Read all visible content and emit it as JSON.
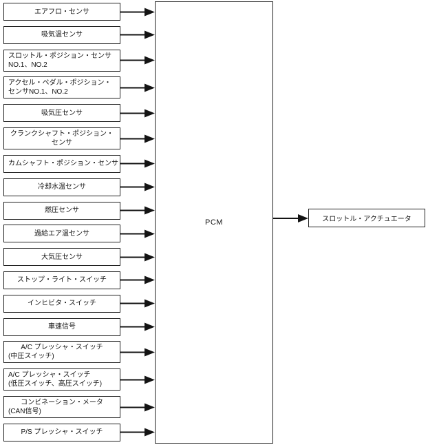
{
  "diagram": {
    "background_color": "#ffffff",
    "line_color": "#1f1f1f",
    "pcm": {
      "label": "PCM"
    },
    "output": {
      "label": "スロットル・アクチュエータ"
    },
    "inputs": [
      {
        "lines": [
          "エアフロ・センサ"
        ],
        "aligns": [
          "center"
        ]
      },
      {
        "lines": [
          "吸気温センサ"
        ],
        "aligns": [
          "center"
        ]
      },
      {
        "lines": [
          "スロットル・ポジション・センサ",
          "NO.1、NO.2"
        ],
        "aligns": [
          "left",
          "left"
        ]
      },
      {
        "lines": [
          "アクセル・ペダル・ポジション・",
          "センサNO.1、NO.2"
        ],
        "aligns": [
          "left",
          "left"
        ]
      },
      {
        "lines": [
          "吸気圧センサ"
        ],
        "aligns": [
          "center"
        ]
      },
      {
        "lines": [
          "クランクシャフト・ポジション・",
          "センサ"
        ],
        "aligns": [
          "center",
          "center"
        ]
      },
      {
        "lines": [
          "カムシャフト・ポジション・センサ"
        ],
        "aligns": [
          "center"
        ]
      },
      {
        "lines": [
          "冷却水温センサ"
        ],
        "aligns": [
          "center"
        ]
      },
      {
        "lines": [
          "燃圧センサ"
        ],
        "aligns": [
          "center"
        ]
      },
      {
        "lines": [
          "過給エア温センサ"
        ],
        "aligns": [
          "center"
        ]
      },
      {
        "lines": [
          "大気圧センサ"
        ],
        "aligns": [
          "center"
        ]
      },
      {
        "lines": [
          "ストップ・ライト・スイッチ"
        ],
        "aligns": [
          "center"
        ]
      },
      {
        "lines": [
          "インヒビタ・スイッチ"
        ],
        "aligns": [
          "center"
        ]
      },
      {
        "lines": [
          "車速信号"
        ],
        "aligns": [
          "center"
        ]
      },
      {
        "lines": [
          "A/C プレッシャ・スイッチ",
          "(中圧スイッチ)"
        ],
        "aligns": [
          "center",
          "left"
        ]
      },
      {
        "lines": [
          "A/C プレッシャ・スイッチ",
          "(低圧スイッチ、高圧スイッチ)"
        ],
        "aligns": [
          "left",
          "left"
        ]
      },
      {
        "lines": [
          "コンビネーション・メータ",
          "(CAN信号)"
        ],
        "aligns": [
          "center",
          "left"
        ]
      },
      {
        "lines": [
          "P/S プレッシャ・スイッチ"
        ],
        "aligns": [
          "center"
        ]
      }
    ]
  }
}
